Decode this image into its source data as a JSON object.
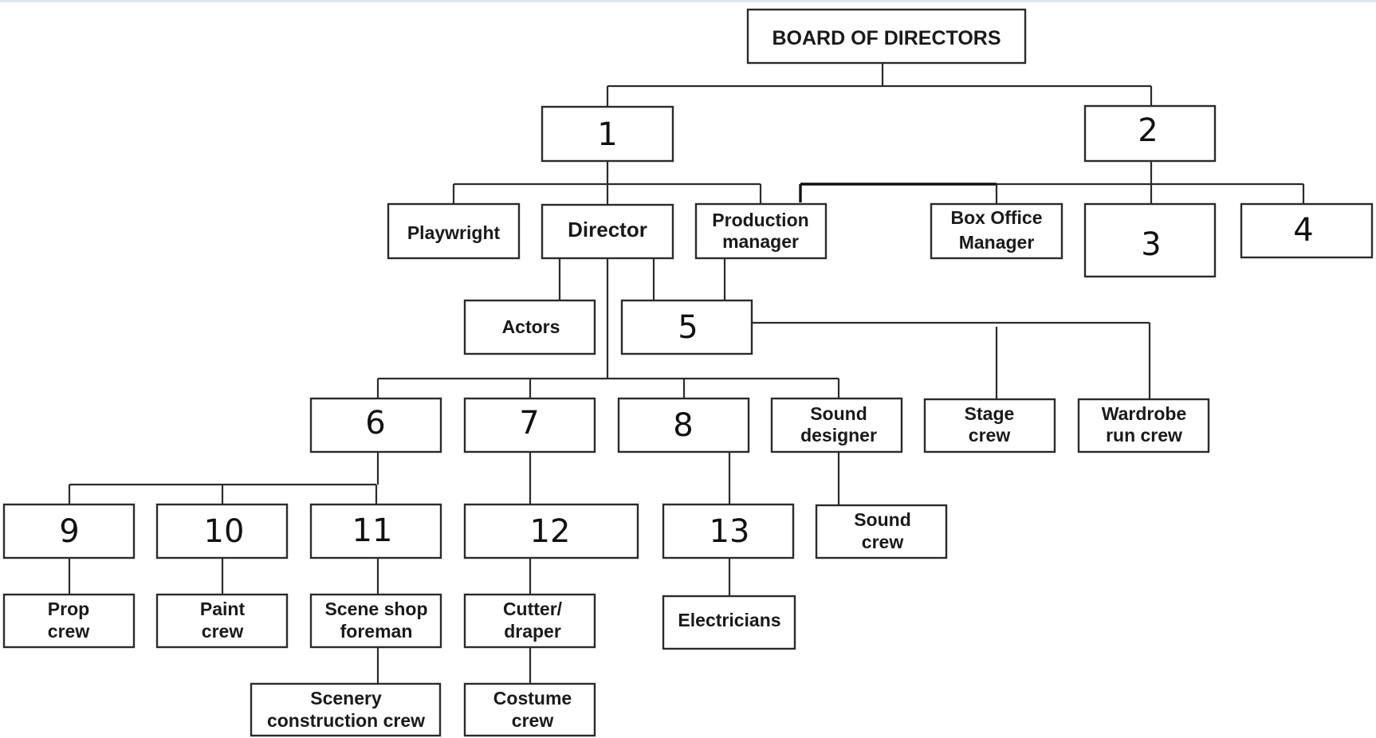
{
  "diagram": {
    "root": {
      "label": "BOARD OF DIRECTORS"
    },
    "n1": {
      "label": "1"
    },
    "n2": {
      "label": "2"
    },
    "playwright": {
      "label": "Playwright"
    },
    "director": {
      "label": "Director"
    },
    "production_manager": {
      "line1": "Production",
      "line2": "manager"
    },
    "box_office_manager": {
      "line1": "Box Office",
      "line2": "Manager"
    },
    "n3": {
      "label": "3"
    },
    "n4": {
      "label": "4"
    },
    "actors": {
      "label": "Actors"
    },
    "n5": {
      "label": "5"
    },
    "n6": {
      "label": "6"
    },
    "n7": {
      "label": "7"
    },
    "n8": {
      "label": "8"
    },
    "sound_designer": {
      "line1": "Sound",
      "line2": "designer"
    },
    "stage_crew": {
      "line1": "Stage",
      "line2": "crew"
    },
    "wardrobe_run_crew": {
      "line1": "Wardrobe",
      "line2": "run crew"
    },
    "n9": {
      "label": "9"
    },
    "n10": {
      "label": "10"
    },
    "n11": {
      "label": "11"
    },
    "n12": {
      "label": "12"
    },
    "n13": {
      "label": "13"
    },
    "sound_crew": {
      "line1": "Sound",
      "line2": "crew"
    },
    "prop_crew": {
      "line1": "Prop",
      "line2": "crew"
    },
    "paint_crew": {
      "line1": "Paint",
      "line2": "crew"
    },
    "scene_shop_foreman": {
      "line1": "Scene shop",
      "line2": "foreman"
    },
    "cutter_draper": {
      "line1": "Cutter/",
      "line2": "draper"
    },
    "electricians": {
      "label": "Electricians"
    },
    "scenery_construction_crew": {
      "line1": "Scenery",
      "line2": "construction crew"
    },
    "costume_crew": {
      "line1": "Costume",
      "line2": "crew"
    }
  }
}
